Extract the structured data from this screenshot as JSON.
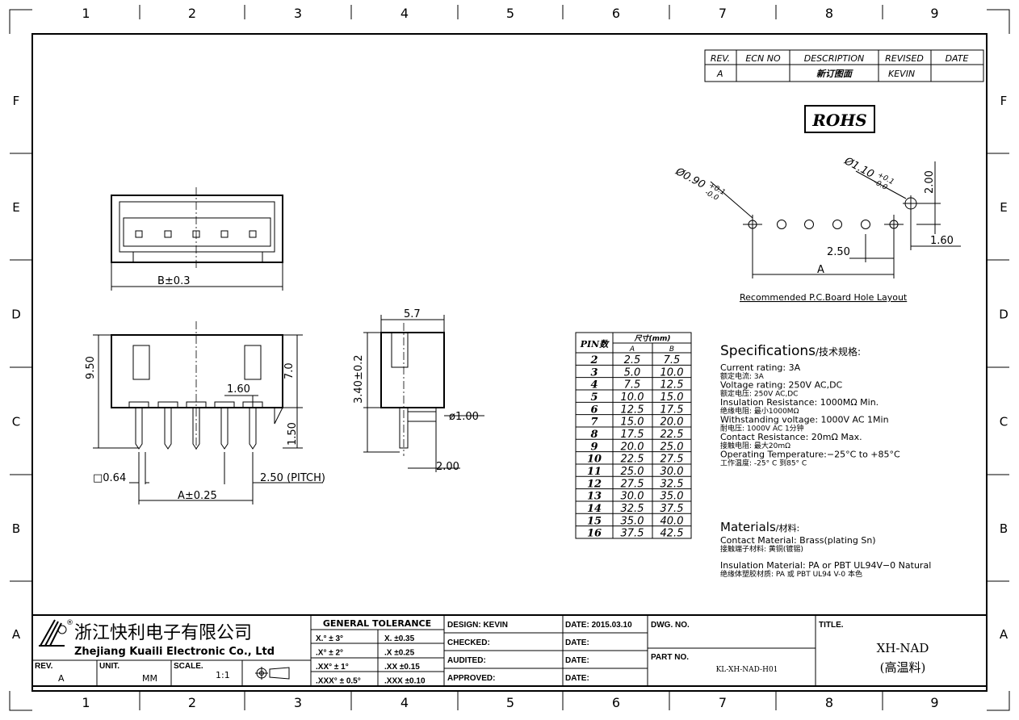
{
  "grid": {
    "columns": [
      "1",
      "2",
      "3",
      "4",
      "5",
      "6",
      "7",
      "8",
      "9"
    ],
    "rows": [
      "F",
      "E",
      "D",
      "C",
      "B",
      "A"
    ]
  },
  "revision_table": {
    "headers": [
      "REV.",
      "ECN NO",
      "DESCRIPTION",
      "REVISED",
      "DATE"
    ],
    "row": [
      "A",
      "",
      "新订图面",
      "KEVIN",
      ""
    ]
  },
  "rohs": "ROHS",
  "hole_layout": {
    "dia_left": "Ø0.90",
    "tol_left_plus": "+0.1",
    "tol_left_minus": "-0.0",
    "dia_right": "Ø1.10",
    "tol_right_plus": "+0.1",
    "tol_right_minus": "-0.0",
    "dim_200": "2.00",
    "dim_160": "1.60",
    "dim_250": "2.50",
    "dim_a": "A",
    "caption": "Recommended  P.C.Board Hole  Layout"
  },
  "top_view": {
    "dim_b": "B±0.3"
  },
  "front_view": {
    "dim_950": "9.50",
    "dim_70": "7.0",
    "dim_160": "1.60",
    "dim_150": "1.50",
    "dim_064": "□0.64",
    "dim_250": "2.50 (PITCH)",
    "dim_a": "A±0.25"
  },
  "side_view": {
    "dim_57": "5.7",
    "dim_340": "3.40±0.2",
    "dim_100": "ø1.00",
    "dim_200": "2.00"
  },
  "pin_table": {
    "header_pin": "PIN数",
    "header_size": "尺寸(mm)",
    "header_a": "A",
    "header_b": "B",
    "rows": [
      [
        "2",
        "2.5",
        "7.5"
      ],
      [
        "3",
        "5.0",
        "10.0"
      ],
      [
        "4",
        "7.5",
        "12.5"
      ],
      [
        "5",
        "10.0",
        "15.0"
      ],
      [
        "6",
        "12.5",
        "17.5"
      ],
      [
        "7",
        "15.0",
        "20.0"
      ],
      [
        "8",
        "17.5",
        "22.5"
      ],
      [
        "9",
        "20.0",
        "25.0"
      ],
      [
        "10",
        "22.5",
        "27.5"
      ],
      [
        "11",
        "25.0",
        "30.0"
      ],
      [
        "12",
        "27.5",
        "32.5"
      ],
      [
        "13",
        "30.0",
        "35.0"
      ],
      [
        "14",
        "32.5",
        "37.5"
      ],
      [
        "15",
        "35.0",
        "40.0"
      ],
      [
        "16",
        "37.5",
        "42.5"
      ]
    ]
  },
  "specs": {
    "title": "Specifications",
    "title_cn": "/技术规格:",
    "items": [
      [
        "Current  rating:  3A",
        "额定电流: 3A"
      ],
      [
        "Voltage  rating:  250V  AC,DC",
        "额定电压: 250V AC,DC"
      ],
      [
        "Insulation  Resistance:  1000MΩ  Min.",
        "绝缘电阻: 最小1000MΩ"
      ],
      [
        "Withstanding  voltage:    1000V  AC    1Min",
        "耐电压: 1000V AC  1分钟"
      ],
      [
        "Contact  Resistance:    20mΩ  Max.",
        "接触电阻: 最大20mΩ"
      ],
      [
        "Operating  Temperature:−25°C  to  +85°C",
        "工作温度: -25° C 到85° C"
      ]
    ],
    "materials_title": "Materials",
    "materials_title_cn": "/材料:",
    "materials": [
      [
        "Contact  Material:  Brass(plating  Sn)",
        "接触端子材料: 黄铜(镀锡)"
      ],
      [
        "Insulation  Material:  PA  or  PBT  UL94V−0  Natural",
        "绝缘体塑胶材质: PA 或 PBT  UL94 V-0 本色"
      ]
    ]
  },
  "title_block": {
    "company_cn": "浙江快利电子有限公司",
    "company_en": "Zhejiang Kuaili Electronic Co., Ltd",
    "rev_label": "REV.",
    "rev": "A",
    "unit_label": "UNIT.",
    "unit": "MM",
    "scale_label": "SCALE.",
    "scale": "1:1",
    "tolerance_title": "GENERAL  TOLERANCE",
    "tolerances": [
      [
        "X.° ± 3°",
        "X.   ±0.35"
      ],
      [
        ".X° ± 2°",
        ".X    ±0.25"
      ],
      [
        ".XX° ± 1°",
        ".XX   ±0.15"
      ],
      [
        ".XXX° ± 0.5°",
        ".XXX  ±0.10"
      ]
    ],
    "design": "DESIGN:   KEVIN",
    "checked": "CHECKED:",
    "audited": "AUDITED:",
    "approved": "APPROVED:",
    "date1": "DATE:  2015.03.10",
    "date2": "DATE:",
    "date3": "DATE:",
    "date4": "DATE:",
    "dwg_no": "DWG. NO.",
    "part_no_label": "PART NO.",
    "part_no": "KL-XH-NAD-H01",
    "title_label": "TITLE.",
    "title": "XH-NAD",
    "title_sub": "(高温料)"
  }
}
